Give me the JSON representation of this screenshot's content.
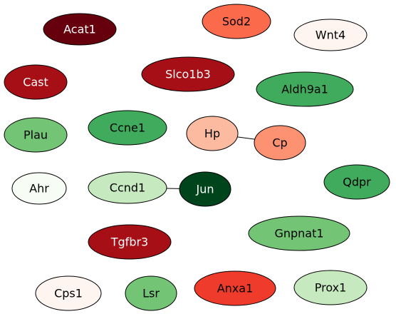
{
  "nodes": [
    {
      "id": "acat1",
      "label": "Acat1",
      "fill": "#67000d",
      "text_color": "#ffffff"
    },
    {
      "id": "sod2",
      "label": "Sod2",
      "fill": "#fb6a4a",
      "text_color": "#000000"
    },
    {
      "id": "wnt4",
      "label": "Wnt4",
      "fill": "#fff5f0",
      "text_color": "#000000"
    },
    {
      "id": "cast",
      "label": "Cast",
      "fill": "#a50f15",
      "text_color": "#ffffff"
    },
    {
      "id": "slco1b3",
      "label": "Slco1b3",
      "fill": "#a50f15",
      "text_color": "#ffffff"
    },
    {
      "id": "aldh9a1",
      "label": "Aldh9a1",
      "fill": "#41ab5d",
      "text_color": "#000000"
    },
    {
      "id": "plau",
      "label": "Plau",
      "fill": "#74c476",
      "text_color": "#000000"
    },
    {
      "id": "ccne1",
      "label": "Ccne1",
      "fill": "#41ab5d",
      "text_color": "#000000"
    },
    {
      "id": "hp",
      "label": "Hp",
      "fill": "#fcbba1",
      "text_color": "#000000"
    },
    {
      "id": "cp",
      "label": "Cp",
      "fill": "#fc9272",
      "text_color": "#000000"
    },
    {
      "id": "ahr",
      "label": "Ahr",
      "fill": "#f7fcf5",
      "text_color": "#000000"
    },
    {
      "id": "ccnd1",
      "label": "Ccnd1",
      "fill": "#c7e9c0",
      "text_color": "#000000"
    },
    {
      "id": "jun",
      "label": "Jun",
      "fill": "#00441b",
      "text_color": "#ffffff"
    },
    {
      "id": "qdpr",
      "label": "Qdpr",
      "fill": "#41ab5d",
      "text_color": "#000000"
    },
    {
      "id": "tgfbr3",
      "label": "Tgfbr3",
      "fill": "#a50f15",
      "text_color": "#ffffff"
    },
    {
      "id": "gnpnat1",
      "label": "Gnpnat1",
      "fill": "#74c476",
      "text_color": "#000000"
    },
    {
      "id": "cps1",
      "label": "Cps1",
      "fill": "#fff5f0",
      "text_color": "#000000"
    },
    {
      "id": "lsr",
      "label": "Lsr",
      "fill": "#74c476",
      "text_color": "#000000"
    },
    {
      "id": "anxa1",
      "label": "Anxa1",
      "fill": "#ef3b2c",
      "text_color": "#000000"
    },
    {
      "id": "prox1",
      "label": "Prox1",
      "fill": "#c7e9c0",
      "text_color": "#000000"
    }
  ],
  "edges": [
    {
      "source": "hp",
      "target": "cp"
    },
    {
      "source": "ccnd1",
      "target": "jun"
    }
  ]
}
